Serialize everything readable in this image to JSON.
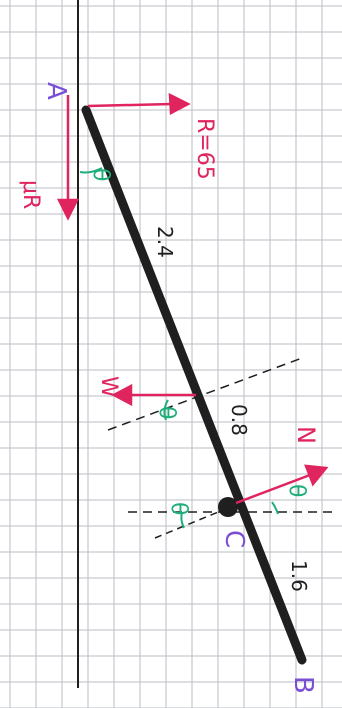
{
  "labels": {
    "point_a": "A",
    "point_b": "B",
    "point_c": "C",
    "force_r": "R=65",
    "force_mu_r": "μR",
    "force_w": "W",
    "force_n": "N",
    "angle_top": "θ",
    "angle_w": "θ",
    "angle_n": "θ",
    "angle_c": "θ",
    "length_upper": "2.4",
    "length_middle": "0.8",
    "length_lower": "1.6"
  },
  "colors": {
    "grid": "#b8bcc4",
    "paper": "#ffffff",
    "rod": "#1f1f1f",
    "force": "#e0245e",
    "angle": "#1fae7a",
    "point_label": "#7a4fd6",
    "dimension": "#1f1f1f",
    "dashed": "#1f1f1f"
  }
}
